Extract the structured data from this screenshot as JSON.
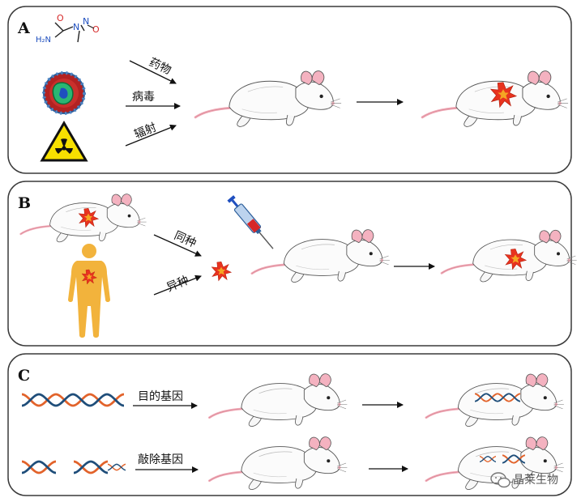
{
  "panels": [
    {
      "letter": "A",
      "labels": {
        "drug": "药物",
        "virus": "病毒",
        "radiation": "辐射"
      }
    },
    {
      "letter": "B",
      "labels": {
        "allogeneic": "同种",
        "xenogeneic": "异种"
      }
    },
    {
      "letter": "C",
      "labels": {
        "target_gene": "目的基因",
        "knockout_gene": "敲除基因"
      }
    }
  ],
  "chem_labels": {
    "oxygen": "O",
    "amine": "H₂N",
    "nitrogen1": "N",
    "nitrogen2": "N",
    "oxygen2": "O"
  },
  "watermark": "晶莱生物",
  "icons": [
    "nitrosourea-molecule-icon",
    "virus-icon",
    "radiation-hazard-icon",
    "syringe-icon",
    "human-body-icon",
    "tumor-icon",
    "dna-helix-icon",
    "wechat-icon"
  ],
  "colors": {
    "tumor": "#e8331f",
    "tumor_core": "#f5a623",
    "dna_blue": "#1f4e7a",
    "dna_orange": "#e2632b",
    "body": "#f2b33c",
    "mouse_ear": "#f4b2c0",
    "mouse_tail": "#f0a9b6",
    "panel_border": "#3a3a3a"
  }
}
